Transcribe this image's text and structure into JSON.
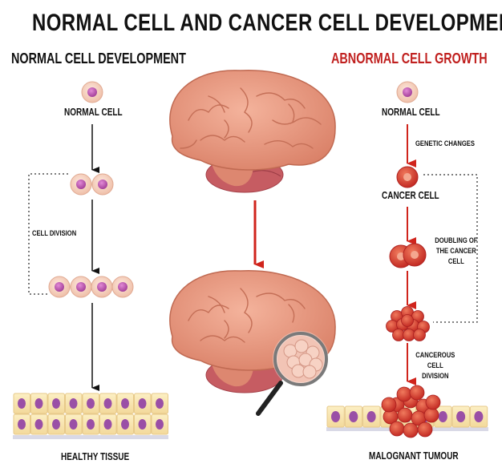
{
  "title": "NORMAL CELL AND CANCER CELL DEVELOPMENT",
  "left": {
    "heading": "NORMAL CELL DEVELOPMENT",
    "normal_cell": "NORMAL CELL",
    "cell_division": "CELL DIVISION",
    "healthy_tissue": "HEALTHY TISSUE"
  },
  "right": {
    "heading": "ABNORMAL CELL GROWTH",
    "normal_cell": "NORMAL CELL",
    "genetic_changes": "GENETIC CHANGES",
    "cancer_cell": "CANCER CELL",
    "doubling": "DOUBLING OF THE CANCER CELL",
    "cancerous_division": "CANCEROUS CELL DIVISION",
    "tumour": "MALOGNANT TUMOUR"
  },
  "colors": {
    "abnormal_heading": "#c0201f",
    "arrow_red": "#d0241c",
    "brain": "#e8967e",
    "normal_cell": "#f3c9b6",
    "nucleus": "#b34fa7",
    "cancer_cell": "#d9473b"
  }
}
